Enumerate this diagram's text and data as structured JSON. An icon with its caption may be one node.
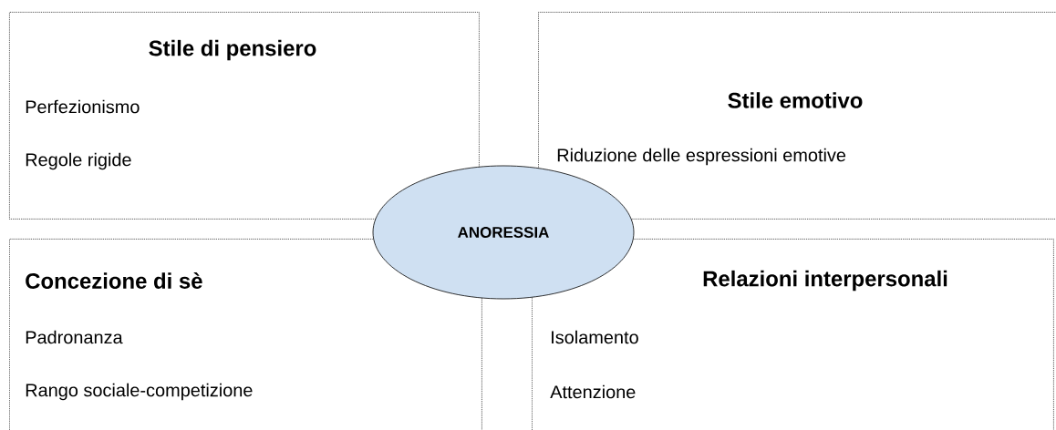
{
  "diagram": {
    "nodes": [
      {
        "text": [
          "Stile di pensiero",
          "Perfezionismo",
          "Regole rigide"
        ]
      },
      {
        "text": [
          "Stile emotivo",
          "Riduzione delle espressioni emotive"
        ]
      },
      {
        "text": [
          "Concezione di sè",
          "Padronanza",
          "Rango sociale-competizione"
        ]
      },
      {
        "text": [
          "Relazioni interpersonali",
          "Isolamento",
          "Attenzione"
        ]
      },
      {
        "text": [
          "ANORESSIA"
        ]
      }
    ]
  }
}
